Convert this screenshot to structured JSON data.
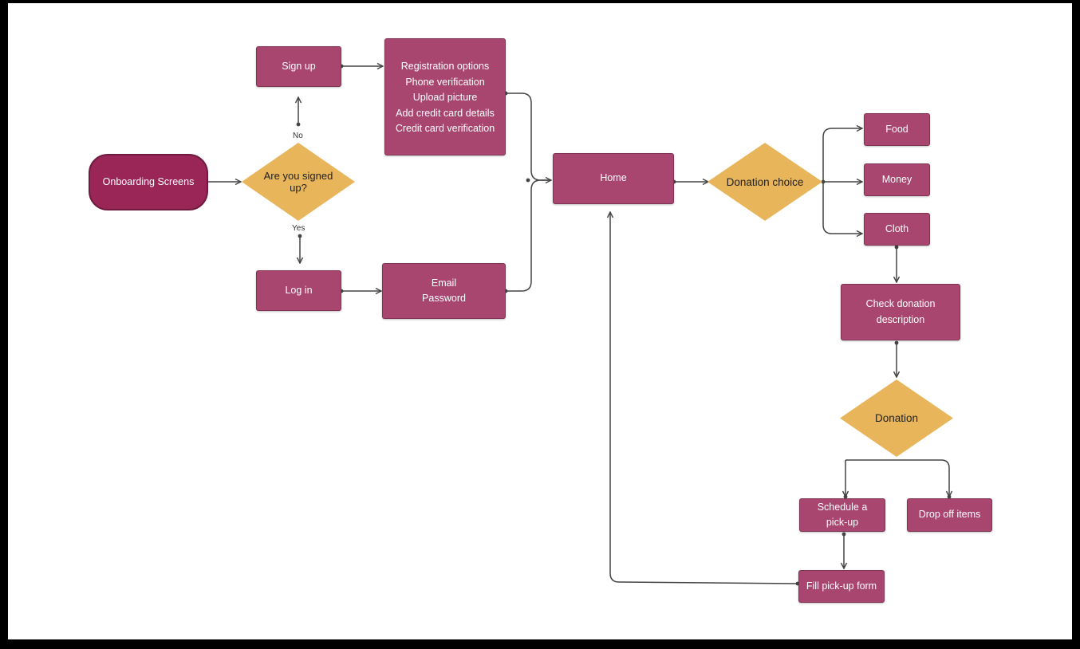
{
  "colors": {
    "box": "#a8466f",
    "terminal": "#9a2657",
    "decision": "#e8b55a",
    "line": "#444444"
  },
  "nodes": {
    "onboarding": "Onboarding Screens",
    "signed_up": [
      "Are you signed",
      "up?"
    ],
    "sign_up": "Sign up",
    "log_in": "Log in",
    "registration": [
      "Registration options",
      "Phone verification",
      "Upload picture",
      "Add credit card details",
      "Credit card verification"
    ],
    "credentials": [
      "Email",
      "Password"
    ],
    "home": "Home",
    "donation_choice": "Donation choice",
    "food": "Food",
    "money": "Money",
    "cloth": "Cloth",
    "check_description": [
      "Check donation",
      "description"
    ],
    "donation": "Donation",
    "schedule_pickup": [
      "Schedule a",
      "pick-up"
    ],
    "drop_off": "Drop off items",
    "fill_form": "Fill pick-up form"
  },
  "edge_labels": {
    "no": "No",
    "yes": "Yes"
  },
  "edges": [
    {
      "from": "onboarding",
      "to": "signed_up"
    },
    {
      "from": "signed_up",
      "to": "sign_up",
      "label": "No"
    },
    {
      "from": "signed_up",
      "to": "log_in",
      "label": "Yes"
    },
    {
      "from": "sign_up",
      "to": "registration"
    },
    {
      "from": "log_in",
      "to": "credentials"
    },
    {
      "from": "registration",
      "to": "home"
    },
    {
      "from": "credentials",
      "to": "home"
    },
    {
      "from": "home",
      "to": "donation_choice"
    },
    {
      "from": "donation_choice",
      "to": "food"
    },
    {
      "from": "donation_choice",
      "to": "money"
    },
    {
      "from": "donation_choice",
      "to": "cloth"
    },
    {
      "from": "cloth",
      "to": "check_description"
    },
    {
      "from": "check_description",
      "to": "donation"
    },
    {
      "from": "donation",
      "to": "schedule_pickup"
    },
    {
      "from": "donation",
      "to": "drop_off"
    },
    {
      "from": "schedule_pickup",
      "to": "fill_form"
    },
    {
      "from": "fill_form",
      "to": "home"
    }
  ]
}
